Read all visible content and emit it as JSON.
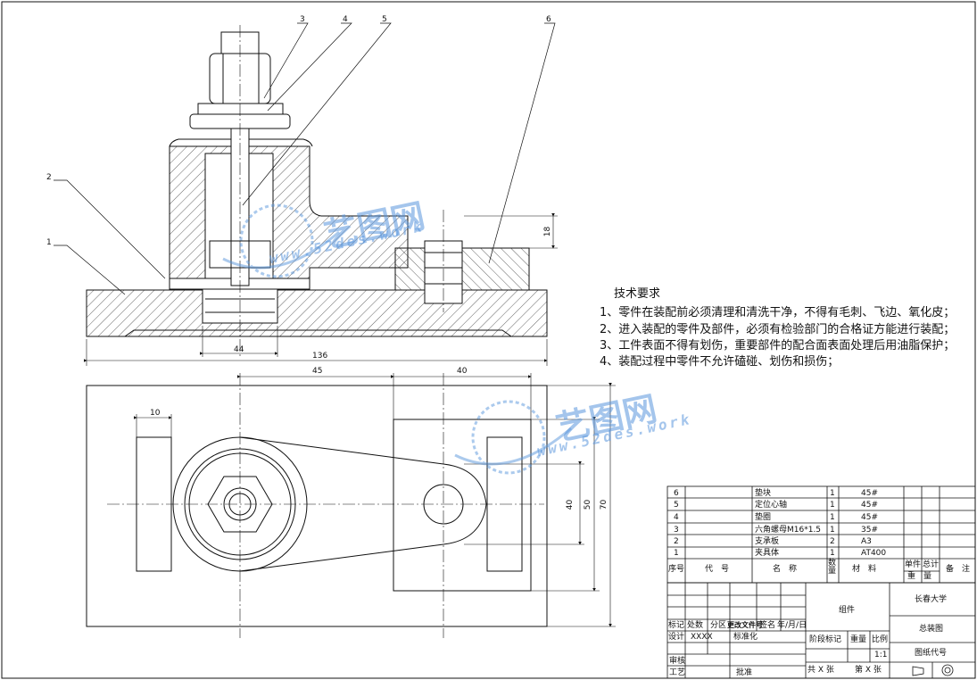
{
  "drawing": {
    "balloons": [
      "1",
      "2",
      "3",
      "4",
      "5",
      "6"
    ],
    "dims": {
      "front_width": "136",
      "bore": "44",
      "washer_h": "18",
      "offset_a": "45",
      "offset_b": "40",
      "left_w": "10",
      "slot_h": "40",
      "block_h": "50",
      "total_h": "70"
    }
  },
  "notes": {
    "title": "技术要求",
    "items": [
      "1、零件在装配前必须清理和清洗干净，不得有毛刺、飞边、氧化皮；",
      "2、进入装配的零件及部件，必须有检验部门的合格证方能进行装配；",
      "3、工件表面不得有划伤，重要部件的配合面表面处理后用油脂保护；",
      "4、装配过程中零件不允许磕碰、划伤和损伤；"
    ]
  },
  "watermark": {
    "name": "艺图网",
    "url": "www.52des.work"
  },
  "bom": {
    "rows": [
      {
        "no": "6",
        "name": "垫块",
        "qty": "1",
        "mat": "45#"
      },
      {
        "no": "5",
        "name": "定位心轴",
        "qty": "1",
        "mat": "45#"
      },
      {
        "no": "4",
        "name": "垫圈",
        "qty": "1",
        "mat": "45#"
      },
      {
        "no": "3",
        "name": "六角螺母M16*1.5",
        "qty": "1",
        "mat": "35#"
      },
      {
        "no": "2",
        "name": "支承板",
        "qty": "2",
        "mat": "A3"
      },
      {
        "no": "1",
        "name": "夹具体",
        "qty": "1",
        "mat": "AT400"
      }
    ],
    "header": {
      "no": "序号",
      "code": "代　号",
      "name": "名　称",
      "qty": "数量",
      "mat": "材　料",
      "unit": "单件",
      "total": "总计",
      "weight": "重　量",
      "note": "备　注"
    }
  },
  "titleblock": {
    "group": "组件",
    "school": "长春大学",
    "title": "总装图",
    "code_label": "图纸代号",
    "stage": "阶段标记",
    "weight": "重量",
    "scale_label": "比例",
    "scale": "1:1",
    "total_sheets": "共 X 张",
    "sheet_no": "第 X 张",
    "mark": "标记",
    "count": "处数",
    "zone": "分区",
    "change": "更改文件号",
    "sign": "签名",
    "date": "年/月/日",
    "design": "设计",
    "designer": "XXXX",
    "standard": "标准化",
    "review": "审核",
    "process": "工艺",
    "approve": "批准"
  }
}
